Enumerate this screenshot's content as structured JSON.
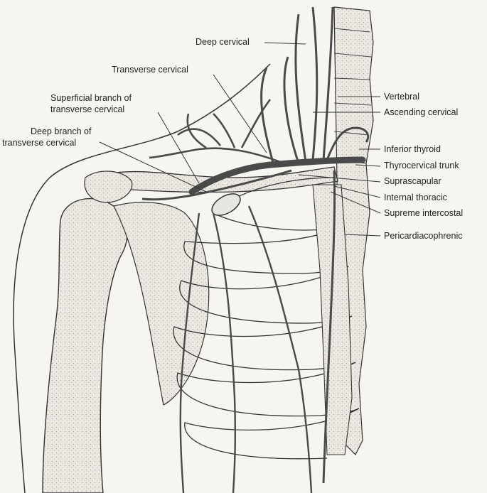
{
  "labels": {
    "deep_cervical": "Deep cervical",
    "transverse_cervical": "Transverse cervical",
    "superficial_branch_l1": "Superficial branch of",
    "superficial_branch_l2": "transverse cervical",
    "deep_branch_l1": "Deep branch of",
    "deep_branch_l2": "transverse cervical",
    "vertebral": "Vertebral",
    "ascending_cervical": "Ascending cervical",
    "inferior_thyroid": "Inferior thyroid",
    "thyrocervical_trunk": "Thyrocervical trunk",
    "suprascapular": "Suprascapular",
    "internal_thoracic": "Internal thoracic",
    "supreme_intercostal": "Supreme intercostal",
    "pericardiacophrenic": "Pericardiacophrenic"
  },
  "colors": {
    "background": "#f7f5f0",
    "line": "#333333",
    "bone_fill": "#e6e3dc",
    "vessel": "#4a4a4a"
  }
}
